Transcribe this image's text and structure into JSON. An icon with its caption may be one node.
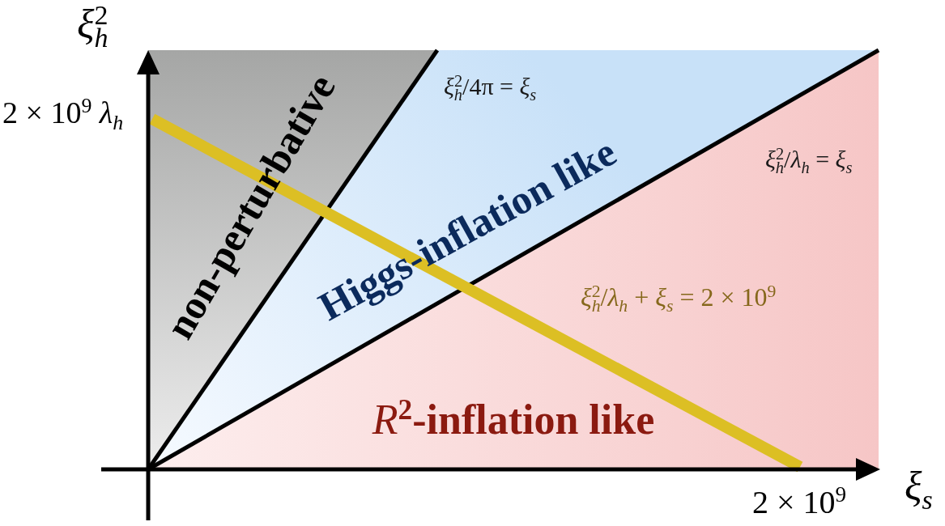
{
  "diagram": {
    "nodes": [
      {
        "text": [
          "non-perturbative"
        ]
      },
      {
        "text": [
          "Higgs-inflation like"
        ]
      },
      {
        "text": [
          "*R*$^{2}$-inflation like"
        ]
      }
    ],
    "labels": [
      "*ξ*$_{h}$$^{2}$",
      "2 × 10$^{9}$ *λ*$_{h}$",
      "*ξ*$_{h}$$^{2}$/4π = *ξ*$_{s}$",
      "*ξ*$_{h}$$^{2}$/*λ*$_{h}$ = *ξ*$_{s}$",
      "*ξ*$_{h}$$^{2}$/*λ*$_{h}$ + *ξ*$_{s}$ = 2 × 10$^{9}$",
      "*ξ*$_{s}$",
      "2 × 10$^{9}$"
    ]
  }
}
